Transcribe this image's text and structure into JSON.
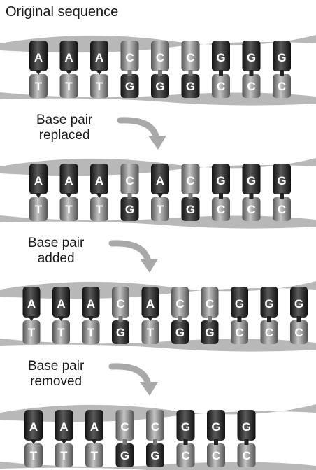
{
  "title": "Original sequence",
  "panels": [
    {
      "name": "original",
      "top_bases": [
        "A",
        "A",
        "A",
        "C",
        "C",
        "C",
        "G",
        "G",
        "G"
      ],
      "bottom_bases": [
        "T",
        "T",
        "T",
        "G",
        "G",
        "G",
        "C",
        "C",
        "C"
      ]
    },
    {
      "name": "replaced",
      "label_line1": "Base pair",
      "label_line2": "replaced",
      "top_bases": [
        "A",
        "A",
        "A",
        "C",
        "A",
        "C",
        "G",
        "G",
        "G"
      ],
      "bottom_bases": [
        "T",
        "T",
        "T",
        "G",
        "T",
        "G",
        "C",
        "C",
        "C"
      ]
    },
    {
      "name": "added",
      "label_line1": "Base pair",
      "label_line2": "added",
      "top_bases": [
        "A",
        "A",
        "A",
        "C",
        "A",
        "C",
        "C",
        "G",
        "G",
        "G"
      ],
      "bottom_bases": [
        "T",
        "T",
        "T",
        "G",
        "T",
        "G",
        "G",
        "C",
        "C",
        "C"
      ]
    },
    {
      "name": "removed",
      "label_line1": "Base pair",
      "label_line2": "removed",
      "top_bases": [
        "A",
        "A",
        "A",
        "C",
        "C",
        "G",
        "G",
        "G"
      ],
      "bottom_bases": [
        "T",
        "T",
        "T",
        "G",
        "G",
        "C",
        "C",
        "C"
      ]
    }
  ],
  "colors": {
    "backbone": "#b8b8b8",
    "purine_dark": "#2e2e2e",
    "pyrimidine_light": "#8a8a8a",
    "arrow": "#a9a9a9"
  }
}
